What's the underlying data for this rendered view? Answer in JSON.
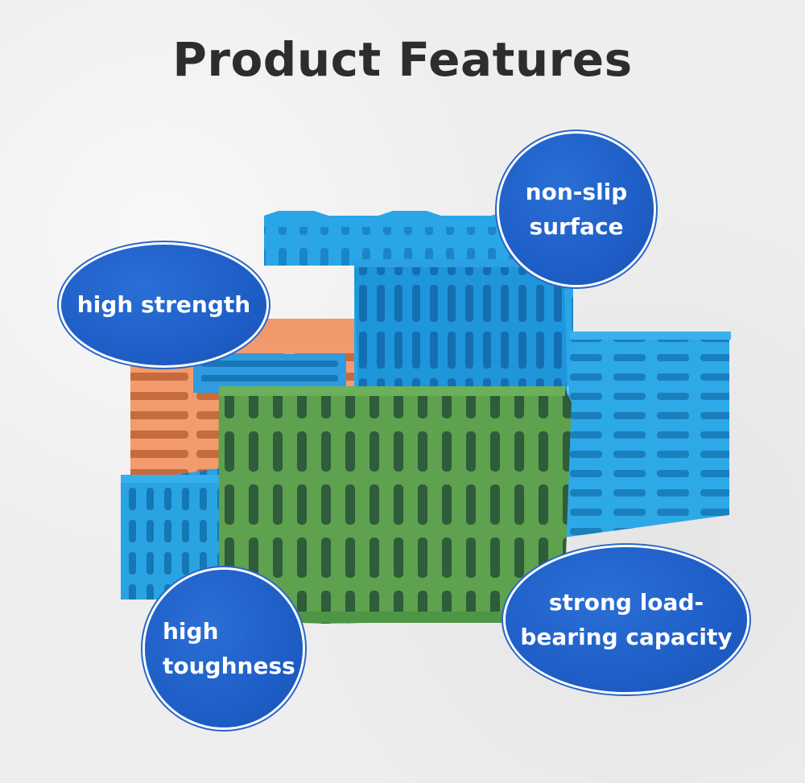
{
  "page": {
    "title": "Product Features"
  },
  "features": {
    "strength": "high strength",
    "nonslip_line1": "non-slip",
    "nonslip_line2": "surface",
    "toughness_line1": "high",
    "toughness_line2": "toughness",
    "load_line1": "strong load-",
    "load_line2": "bearing capacity"
  },
  "colors": {
    "bubble_blue": "#1e5ec7",
    "slat_blue": "#2aa6e6",
    "slat_green": "#5aa04c",
    "slat_orange": "#f09a6c",
    "title": "#2d2d2d"
  }
}
